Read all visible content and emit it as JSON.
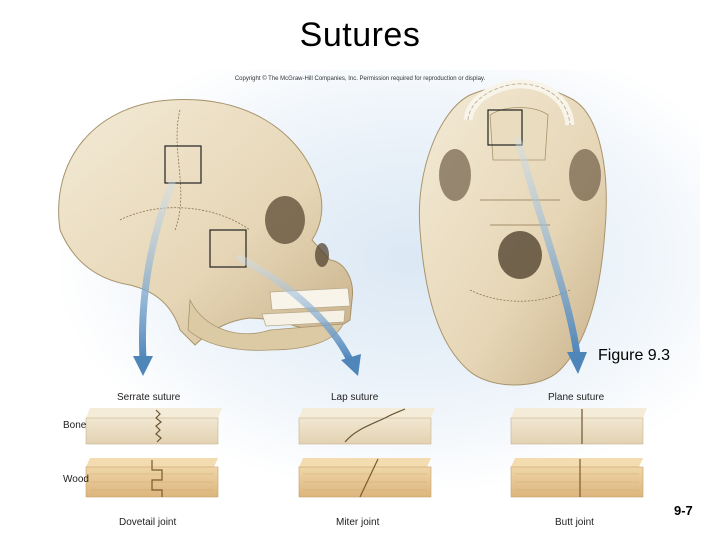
{
  "title": "Sutures",
  "copyright": "Copyright © The McGraw-Hill Companies, Inc. Permission required for reproduction or display.",
  "figure_label": "Figure 9.3",
  "page_number": "9-7",
  "row_labels": {
    "bone": "Bone",
    "wood": "Wood"
  },
  "sutures": [
    {
      "suture": "Serrate suture",
      "joint": "Dovetail joint"
    },
    {
      "suture": "Lap suture",
      "joint": "Miter joint"
    },
    {
      "suture": "Plane suture",
      "joint": "Butt joint"
    }
  ],
  "colors": {
    "bone": "#e9dcc0",
    "bone_shadow": "#c9b38e",
    "wood": "#e8cc9a",
    "wood_grain": "#c9a06a",
    "arrow": "#5a8fc0",
    "background_glow": "#dbe8f4"
  }
}
